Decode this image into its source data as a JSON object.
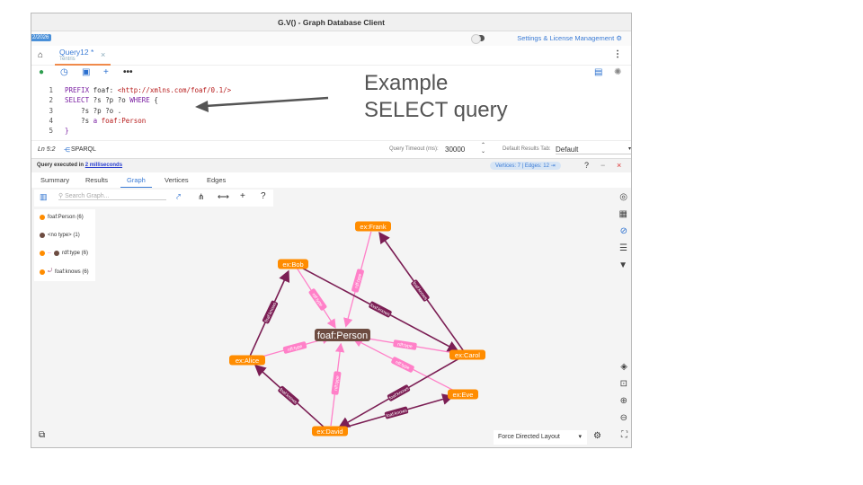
{
  "window": {
    "title": "G.V() - Graph Database Client",
    "date_badge": "2/2026",
    "settings": "Settings & License Management"
  },
  "tab": {
    "title": "Query12 *",
    "subtitle": "Tentris"
  },
  "editor": {
    "lines": [
      [
        {
          "c": "kw",
          "t": "PREFIX"
        },
        {
          "c": "vr",
          "t": " foaf: "
        },
        {
          "c": "iri",
          "t": "<http://xmlns.com/foaf/0.1/>"
        }
      ],
      [
        {
          "c": "kw",
          "t": "SELECT"
        },
        {
          "c": "vr",
          "t": " ?s ?p ?o "
        },
        {
          "c": "kw",
          "t": "WHERE"
        },
        {
          "c": "vr",
          "t": " {"
        }
      ],
      [
        {
          "c": "vr",
          "t": "    ?s ?p ?o ."
        }
      ],
      [
        {
          "c": "vr",
          "t": "    ?s "
        },
        {
          "c": "kw",
          "t": "a"
        },
        {
          "c": "iri",
          "t": " foaf:Person"
        }
      ],
      [
        {
          "c": "kw",
          "t": "}"
        }
      ]
    ]
  },
  "annotation": "Example SELECT query",
  "status": {
    "cursor": "Ln 5:2",
    "language": "SPARQL",
    "timeout_label": "Query Timeout (ms):",
    "timeout": "30000",
    "results_tab_label": "Default Results Tab:",
    "results_tab": "Default"
  },
  "results": {
    "executed_prefix": "Query executed in ",
    "executed_time": "2 milliseconds",
    "vertices": "Vertices: 7",
    "edges": "Edges: 12",
    "tabs": [
      "Summary",
      "Results",
      "Graph",
      "Vertices",
      "Edges"
    ],
    "active_tab": "Graph"
  },
  "graph": {
    "search_placeholder": "Search Graph...",
    "layout": "Force Directed Layout",
    "legend": [
      "foaf:Person (6)",
      "<no type> (1)",
      "rdf:type (6)",
      "foaf:knows (6)"
    ],
    "colors": {
      "node": "#ff8c00",
      "class": "#6d4c41",
      "type_edge": "#ff80c8",
      "knows_edge": "#7b1e54"
    },
    "nodes": [
      {
        "id": "ex:Frank"
      },
      {
        "id": "ex:Bob"
      },
      {
        "id": "foaf:Person"
      },
      {
        "id": "ex:Alice"
      },
      {
        "id": "ex:Carol"
      },
      {
        "id": "ex:Eve"
      },
      {
        "id": "ex:David"
      }
    ],
    "edges": [
      {
        "from": "ex:Frank",
        "to": "foaf:Person",
        "label": "rdf:type"
      },
      {
        "from": "ex:Bob",
        "to": "foaf:Person",
        "label": "rdf:type"
      },
      {
        "from": "ex:Alice",
        "to": "foaf:Person",
        "label": "rdf:type"
      },
      {
        "from": "ex:Carol",
        "to": "foaf:Person",
        "label": "rdf:type"
      },
      {
        "from": "ex:Eve",
        "to": "foaf:Person",
        "label": "rdf:type"
      },
      {
        "from": "ex:David",
        "to": "foaf:Person",
        "label": "rdf:type"
      },
      {
        "from": "ex:Alice",
        "to": "ex:Bob",
        "label": "foaf:knows"
      },
      {
        "from": "ex:Bob",
        "to": "ex:Carol",
        "label": "foaf:knows"
      },
      {
        "from": "ex:Carol",
        "to": "ex:Frank",
        "label": "foaf:knows"
      },
      {
        "from": "ex:David",
        "to": "ex:Alice",
        "label": "foaf:knows"
      },
      {
        "from": "ex:Carol",
        "to": "ex:David",
        "label": "foaf:knows"
      },
      {
        "from": "ex:David",
        "to": "ex:Eve",
        "label": "foaf:knows"
      }
    ]
  }
}
